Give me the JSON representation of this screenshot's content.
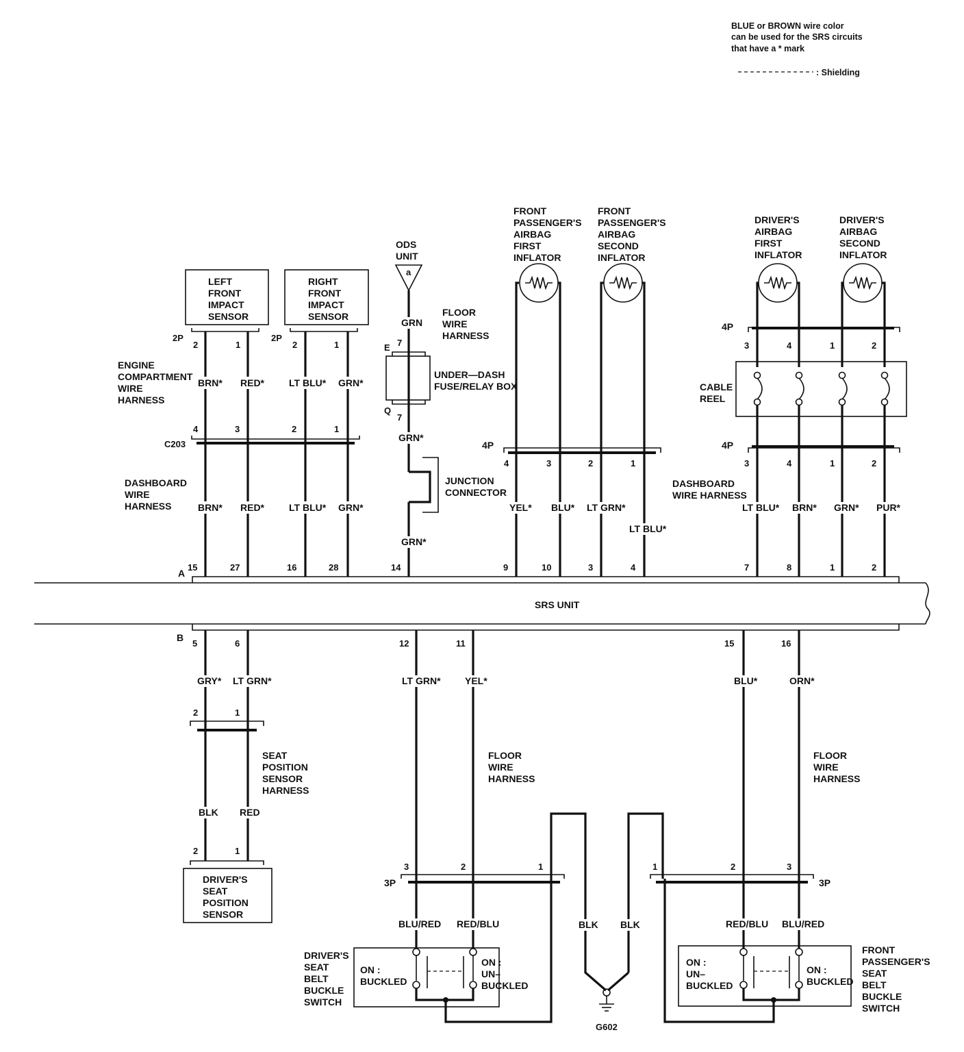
{
  "notes": {
    "line1": "BLUE or BROWN wire color",
    "line2": "can be used for the SRS circuits",
    "line3": "that have a * mark",
    "shielding_legend": ": Shielding"
  },
  "components": {
    "left_impact_sensor": [
      "LEFT",
      "FRONT",
      "IMPACT",
      "SENSOR"
    ],
    "right_impact_sensor": [
      "RIGHT",
      "FRONT",
      "IMPACT",
      "SENSOR"
    ],
    "ods_unit": [
      "ODS",
      "UNIT"
    ],
    "ods_unit_symbol": "a",
    "under_dash_fuse": [
      "UNDER—DASH",
      "FUSE/RELAY BOX"
    ],
    "junction_connector": [
      "JUNCTION",
      "CONNECTOR"
    ],
    "fp_first_inflator": [
      "FRONT",
      "PASSENGER'S",
      "AIRBAG",
      "FIRST",
      "INFLATOR"
    ],
    "fp_second_inflator": [
      "FRONT",
      "PASSENGER'S",
      "AIRBAG",
      "SECOND",
      "INFLATOR"
    ],
    "drv_first_inflator": [
      "DRIVER'S",
      "AIRBAG",
      "FIRST",
      "INFLATOR"
    ],
    "drv_second_inflator": [
      "DRIVER'S",
      "AIRBAG",
      "SECOND",
      "INFLATOR"
    ],
    "cable_reel": [
      "CABLE",
      "REEL"
    ],
    "srs_unit": "SRS UNIT",
    "seat_position_sensor": [
      "DRIVER'S",
      "SEAT",
      "POSITION",
      "SENSOR"
    ],
    "drv_buckle_switch": [
      "DRIVER'S",
      "SEAT",
      "BELT",
      "BUCKLE",
      "SWITCH"
    ],
    "fp_buckle_switch": [
      "FRONT",
      "PASSENGER'S",
      "SEAT",
      "BELT",
      "BUCKLE",
      "SWITCH"
    ],
    "ground": "G602"
  },
  "harnesses": {
    "engine_compartment": [
      "ENGINE",
      "COMPARTMENT",
      "WIRE",
      "HARNESS"
    ],
    "dashboard_left": [
      "DASHBOARD",
      "WIRE",
      "HARNESS"
    ],
    "floor_top": [
      "FLOOR",
      "WIRE",
      "HARNESS"
    ],
    "dashboard_right": [
      "DASHBOARD",
      "WIRE HARNESS"
    ],
    "seat_position": [
      "SEAT",
      "POSITION",
      "SENSOR",
      "HARNESS"
    ],
    "floor_mid": [
      "FLOOR",
      "WIRE",
      "HARNESS"
    ],
    "floor_right": [
      "FLOOR",
      "WIRE",
      "HARNESS"
    ]
  },
  "connectors": {
    "c203": "C203",
    "two_p": "2P",
    "four_p": "4P",
    "three_p": "3P",
    "a": "A",
    "b": "B",
    "fuse_e": "E",
    "fuse_q": "Q"
  },
  "switch_states": {
    "on_buckled": [
      "ON :",
      "BUCKLED"
    ],
    "on_unbuckled": [
      "ON :",
      "UN–",
      "BUCKLED"
    ]
  },
  "wire_colors": {
    "ltop": [
      "BRN*",
      "RED*",
      "LT BLU*",
      "GRN*"
    ],
    "lmid": [
      "BRN*",
      "RED*",
      "LT BLU*",
      "GRN*"
    ],
    "ods": [
      "GRN",
      "GRN*",
      "GRN*"
    ],
    "fp": [
      "YEL*",
      "BLU*",
      "LT GRN*",
      "LT BLU*"
    ],
    "drv": [
      "LT BLU*",
      "BRN*",
      "GRN*",
      "PUR*"
    ],
    "bottom": [
      "GRY*",
      "LT GRN*",
      "LT GRN*",
      "YEL*",
      "BLU*",
      "ORN*"
    ],
    "seat": [
      "BLK",
      "RED"
    ],
    "buckle": [
      "BLU/RED",
      "RED/BLU",
      "BLK",
      "BLK",
      "RED/BLU",
      "BLU/RED"
    ]
  },
  "pins": {
    "sensor_top": [
      "2",
      "1",
      "2",
      "1"
    ],
    "c203_pins": [
      "4",
      "3",
      "2",
      "1"
    ],
    "fuse_pins": [
      "7",
      "7"
    ],
    "fp_4p": [
      "4",
      "3",
      "2",
      "1"
    ],
    "drv_top_4p": [
      "3",
      "4",
      "1",
      "2"
    ],
    "drv_bot_4p": [
      "3",
      "4",
      "1",
      "2"
    ],
    "srs_a": [
      "15",
      "27",
      "16",
      "28",
      "14",
      "9",
      "10",
      "3",
      "4",
      "7",
      "8",
      "1",
      "2"
    ],
    "srs_b": [
      "5",
      "6",
      "12",
      "11",
      "15",
      "16"
    ],
    "seat_conn": [
      "2",
      "1"
    ],
    "seat_sensor": [
      "2",
      "1"
    ],
    "drv_3p": [
      "3",
      "2",
      "1"
    ],
    "fp_3p": [
      "1",
      "2",
      "3"
    ]
  }
}
